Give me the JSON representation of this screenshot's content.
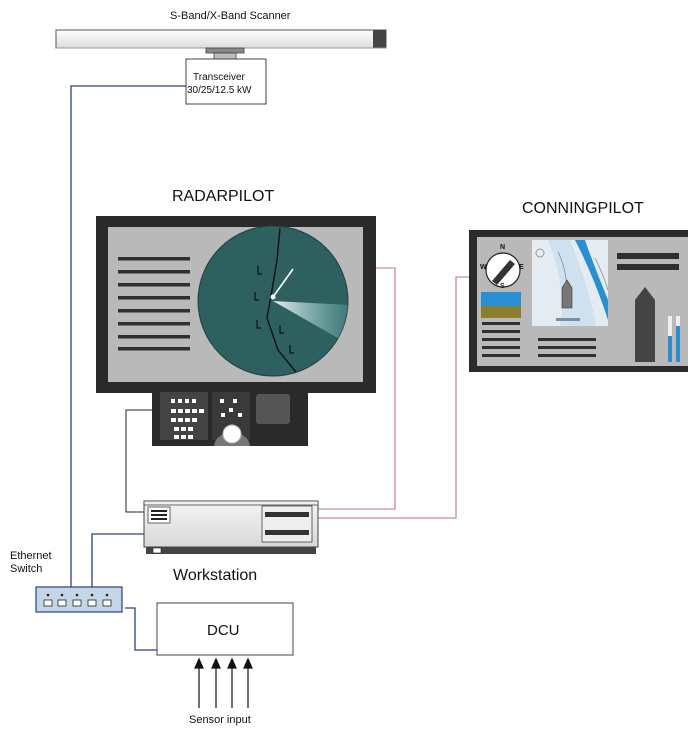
{
  "labels": {
    "scanner": "S-Band/X-Band Scanner",
    "transceiver_line1": "Transceiver",
    "transceiver_line2": "30/25/12.5 kW",
    "radarpilot": "RADARPILOT",
    "conningpilot": "CONNINGPILOT",
    "ethernet_switch_line1": "Ethernet",
    "ethernet_switch_line2": "Switch",
    "workstation": "Workstation",
    "dcu": "DCU",
    "sensor_input": "Sensor input",
    "compass_n": "N",
    "compass_s": "S",
    "compass_e": "E",
    "compass_w": "W"
  },
  "colors": {
    "ethernet_cable": "#2b3f8c",
    "video_cable": "#c46a9a",
    "control_cable": "#222222",
    "monitor_frame": "#2a2a2a",
    "screen_bg": "#b8b8b8",
    "radar_scope": "#2f6060",
    "sea_blue": "#2a8fd0",
    "land_olive": "#8a7f30"
  },
  "icons": [
    "radar-antenna",
    "transceiver-box",
    "radar-monitor",
    "conning-monitor",
    "keyboard-trackball",
    "workstation-pc",
    "ethernet-switch",
    "dcu-box"
  ]
}
